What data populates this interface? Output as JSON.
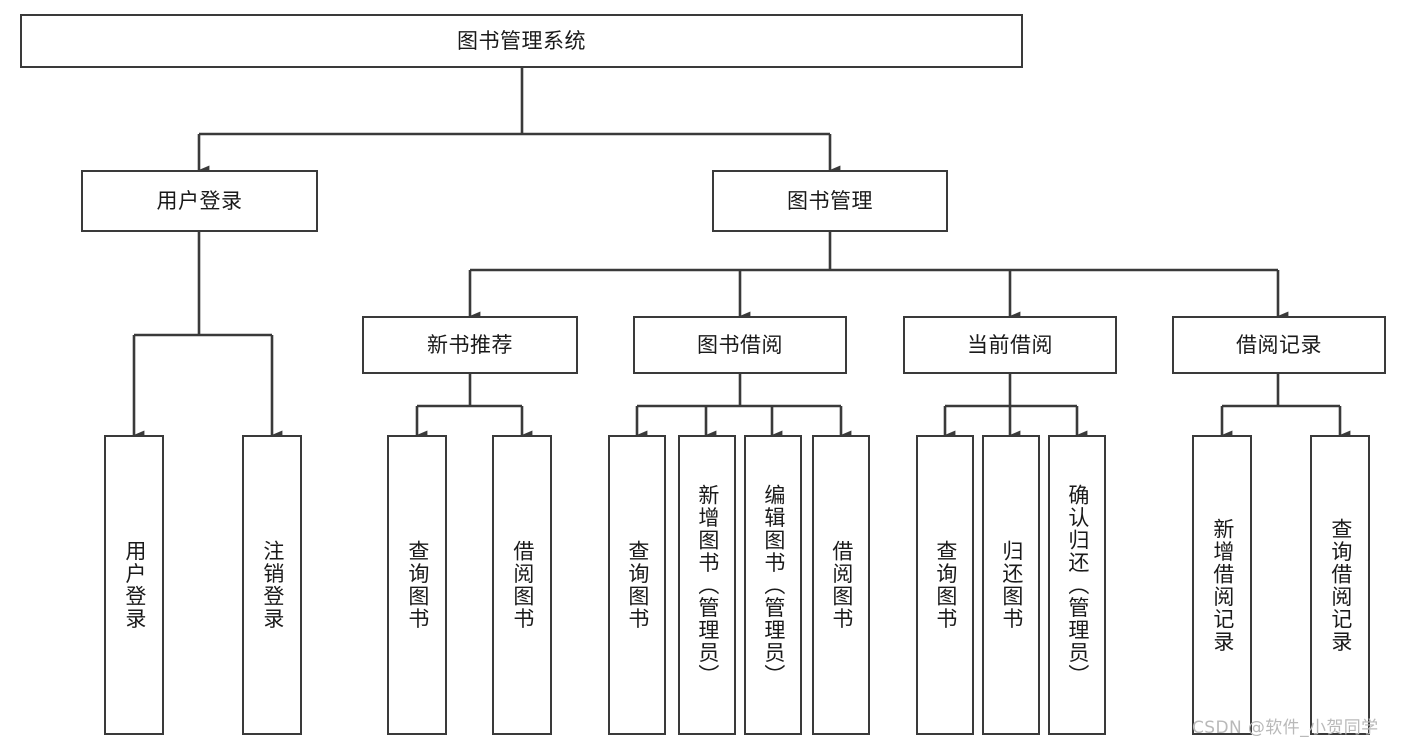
{
  "diagram": {
    "title": "图书管理系统",
    "type": "hierarchy-tree",
    "watermark": "CSDN @软件_小贺同学",
    "colors": {
      "box_border": "#3a3a3a",
      "box_fill": "#ffffff",
      "connector": "#3a3a3a",
      "text": "#1a1a1a",
      "watermark": "#b9b9b9"
    },
    "levels": {
      "root": {
        "label": "图书管理系统"
      },
      "level2": [
        {
          "label": "用户登录"
        },
        {
          "label": "图书管理"
        }
      ],
      "level3": [
        {
          "label": "新书推荐"
        },
        {
          "label": "图书借阅"
        },
        {
          "label": "当前借阅"
        },
        {
          "label": "借阅记录"
        }
      ],
      "leaves": {
        "user_login": [
          {
            "label": "用户登录"
          },
          {
            "label": "注销登录"
          }
        ],
        "new_book_recommend": [
          {
            "label": "查询图书"
          },
          {
            "label": "借阅图书"
          }
        ],
        "book_borrow": [
          {
            "label": "查询图书"
          },
          {
            "label": "新增图书（管理员）"
          },
          {
            "label": "编辑图书（管理员）"
          },
          {
            "label": "借阅图书"
          }
        ],
        "current_borrow": [
          {
            "label": "查询图书"
          },
          {
            "label": "归还图书"
          },
          {
            "label": "确认归还（管理员）"
          }
        ],
        "borrow_record": [
          {
            "label": "新增借阅记录"
          },
          {
            "label": "查询借阅记录"
          }
        ]
      }
    }
  }
}
